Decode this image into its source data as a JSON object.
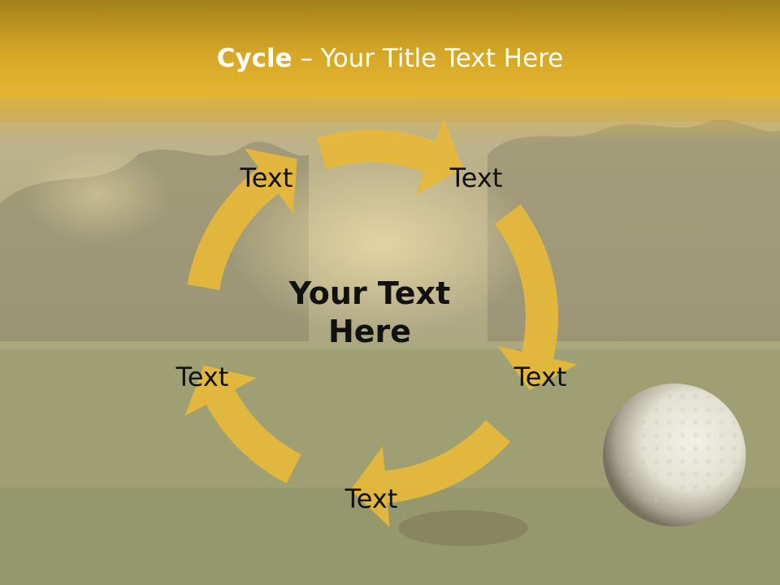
{
  "title": {
    "bold": "Cycle",
    "rest": " – Your Title Text Here"
  },
  "center": {
    "line1": "Your Text",
    "line2": "Here"
  },
  "nodes": [
    {
      "label": "Text"
    },
    {
      "label": "Text"
    },
    {
      "label": "Text"
    },
    {
      "label": "Text"
    },
    {
      "label": "Text"
    }
  ],
  "colors": {
    "arrow": "#e7b938",
    "banner": "#e3b22c",
    "text": "#111111"
  }
}
